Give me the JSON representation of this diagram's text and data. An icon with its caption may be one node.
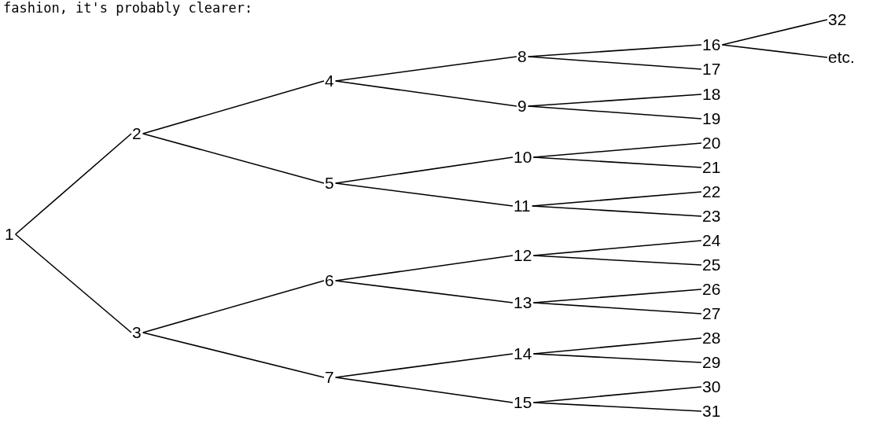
{
  "diagram": {
    "nodes": [
      {
        "text": [
          "1"
        ]
      },
      {
        "text": [
          "2"
        ]
      },
      {
        "text": [
          "3"
        ]
      },
      {
        "text": [
          "4"
        ]
      },
      {
        "text": [
          "5"
        ]
      },
      {
        "text": [
          "6"
        ]
      },
      {
        "text": [
          "7"
        ]
      },
      {
        "text": [
          "8"
        ]
      },
      {
        "text": [
          "9"
        ]
      },
      {
        "text": [
          "10"
        ]
      },
      {
        "text": [
          "11"
        ]
      },
      {
        "text": [
          "12"
        ]
      },
      {
        "text": [
          "13"
        ]
      },
      {
        "text": [
          "14"
        ]
      },
      {
        "text": [
          "15"
        ]
      },
      {
        "text": [
          "16"
        ]
      },
      {
        "text": [
          "17"
        ]
      },
      {
        "text": [
          "18"
        ]
      },
      {
        "text": [
          "19"
        ]
      },
      {
        "text": [
          "20"
        ]
      },
      {
        "text": [
          "21"
        ]
      },
      {
        "text": [
          "22"
        ]
      },
      {
        "text": [
          "23"
        ]
      },
      {
        "text": [
          "24"
        ]
      },
      {
        "text": [
          "25"
        ]
      },
      {
        "text": [
          "26"
        ]
      },
      {
        "text": [
          "27"
        ]
      },
      {
        "text": [
          "28"
        ]
      },
      {
        "text": [
          "29"
        ]
      },
      {
        "text": [
          "30"
        ]
      },
      {
        "text": [
          "31"
        ]
      },
      {
        "text": [
          "32"
        ]
      },
      {
        "text": [
          "etc."
        ]
      }
    ],
    "edges": [
      {
        "from": 0,
        "to": 1,
        "arrow": "none"
      },
      {
        "from": 0,
        "to": 2,
        "arrow": "none"
      },
      {
        "from": 1,
        "to": 3,
        "arrow": "none"
      },
      {
        "from": 1,
        "to": 4,
        "arrow": "none"
      },
      {
        "from": 2,
        "to": 5,
        "arrow": "none"
      },
      {
        "from": 2,
        "to": 6,
        "arrow": "none"
      },
      {
        "from": 3,
        "to": 7,
        "arrow": "none"
      },
      {
        "from": 3,
        "to": 8,
        "arrow": "none"
      },
      {
        "from": 4,
        "to": 9,
        "arrow": "none"
      },
      {
        "from": 4,
        "to": 10,
        "arrow": "none"
      },
      {
        "from": 5,
        "to": 11,
        "arrow": "none"
      },
      {
        "from": 5,
        "to": 12,
        "arrow": "none"
      },
      {
        "from": 6,
        "to": 13,
        "arrow": "none"
      },
      {
        "from": 6,
        "to": 14,
        "arrow": "none"
      },
      {
        "from": 7,
        "to": 15,
        "arrow": "none"
      },
      {
        "from": 7,
        "to": 16,
        "arrow": "none"
      },
      {
        "from": 8,
        "to": 17,
        "arrow": "none"
      },
      {
        "from": 8,
        "to": 18,
        "arrow": "none"
      },
      {
        "from": 9,
        "to": 19,
        "arrow": "none"
      },
      {
        "from": 9,
        "to": 20,
        "arrow": "none"
      },
      {
        "from": 10,
        "to": 21,
        "arrow": "none"
      },
      {
        "from": 10,
        "to": 22,
        "arrow": "none"
      },
      {
        "from": 11,
        "to": 23,
        "arrow": "none"
      },
      {
        "from": 11,
        "to": 24,
        "arrow": "none"
      },
      {
        "from": 12,
        "to": 25,
        "arrow": "none"
      },
      {
        "from": 12,
        "to": 26,
        "arrow": "none"
      },
      {
        "from": 13,
        "to": 27,
        "arrow": "none"
      },
      {
        "from": 13,
        "to": 28,
        "arrow": "none"
      },
      {
        "from": 14,
        "to": 29,
        "arrow": "none"
      },
      {
        "from": 14,
        "to": 30,
        "arrow": "none"
      },
      {
        "from": 15,
        "to": 31,
        "arrow": "none"
      },
      {
        "from": 15,
        "to": 32,
        "arrow": "none"
      }
    ],
    "labels": [
      "fashion, it's probably clearer:"
    ]
  }
}
